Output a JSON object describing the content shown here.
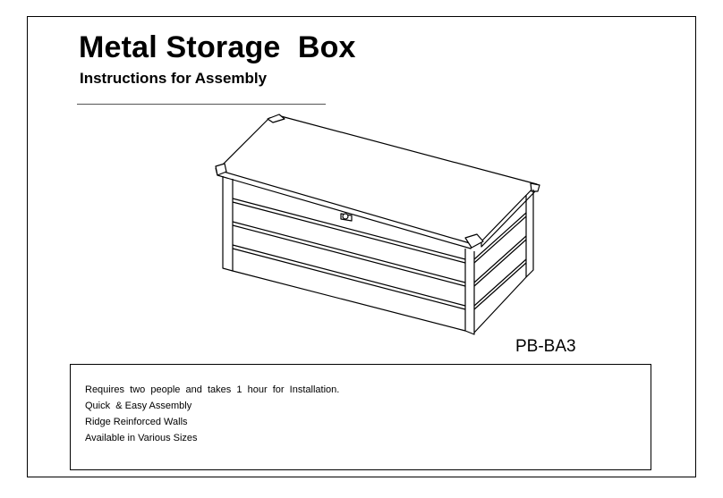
{
  "document": {
    "title": "Metal Storage  Box",
    "subtitle": "Instructions for Assembly",
    "model_code": "PB-BA3"
  },
  "features": [
    "Requires  two  people  and  takes  1  hour  for  Installation.",
    "Quick  & Easy Assembly",
    "Ridge Reinforced Walls",
    "Available in Various Sizes"
  ]
}
